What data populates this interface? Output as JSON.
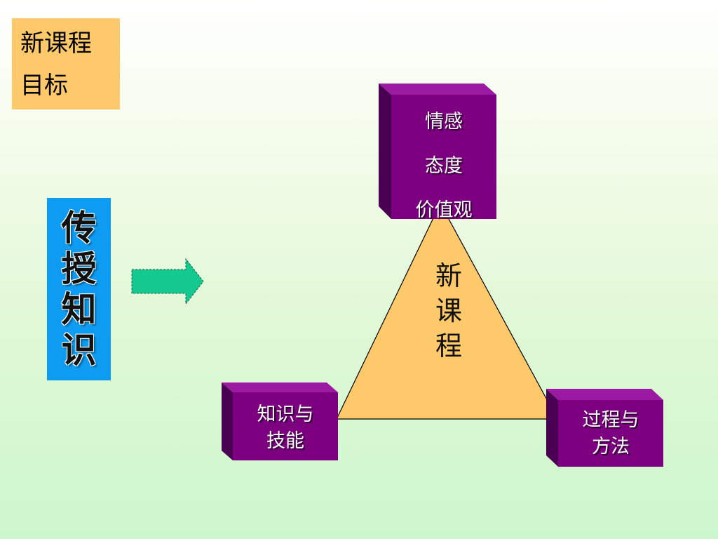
{
  "title": {
    "line1": "新课程",
    "line2": "目标"
  },
  "left_block": {
    "chars": [
      "传",
      "授",
      "知",
      "识"
    ]
  },
  "center": {
    "chars": [
      "新",
      "课",
      "程"
    ]
  },
  "top_block": {
    "lines": [
      "情感",
      "态度",
      "价值观"
    ]
  },
  "bottom_left_block": {
    "lines": [
      "知识与",
      "技能"
    ]
  },
  "bottom_right_block": {
    "lines": [
      "过程与",
      "方法"
    ]
  },
  "colors": {
    "block_front": "#7d0080",
    "block_side": "#4a0052",
    "block_top": "#9c1aa2",
    "triangle_fill": "#fdc96a",
    "arrow_fill": "#14c98f",
    "blue_box": "#0e9cf2",
    "title_box": "#fdc96a"
  },
  "icons": {
    "arrow": "right-arrow-icon"
  }
}
